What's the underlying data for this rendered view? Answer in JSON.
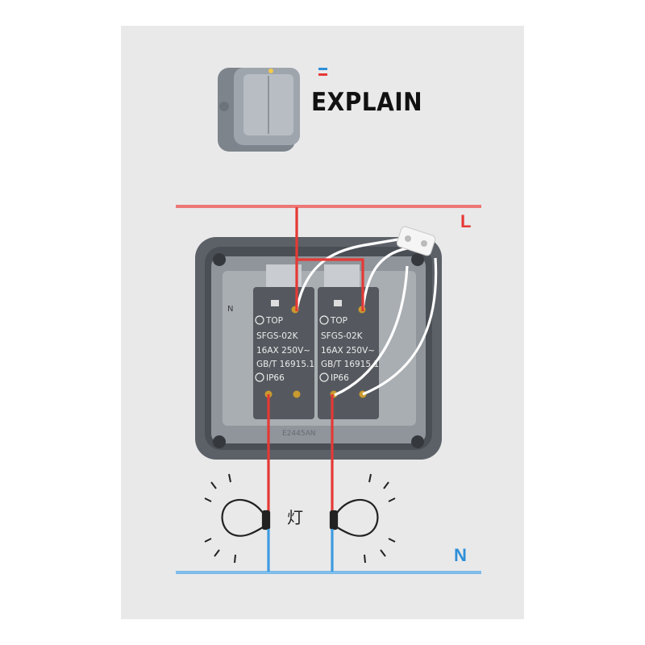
{
  "header": {
    "title": "EXPLAIN"
  },
  "lines": {
    "live_label": "L",
    "neutral_label": "N"
  },
  "lamp": {
    "label": "灯"
  },
  "switch": {
    "modules": [
      {
        "top": "TOP",
        "model": "SFGS-02K",
        "rating": "16AX 250V~",
        "standard": "GB/T 16915.1",
        "cert": "IP66"
      },
      {
        "top": "TOP",
        "model": "SFGS-02K",
        "rating": "16AX 250V~",
        "standard": "GB/T 16915.1",
        "cert": "IP66"
      }
    ],
    "mold_code": "E2445AN",
    "corner_mark": "N"
  },
  "colors": {
    "live": "#e53935",
    "neutral": "#3d9be0",
    "panel": "#e9e9ea"
  }
}
